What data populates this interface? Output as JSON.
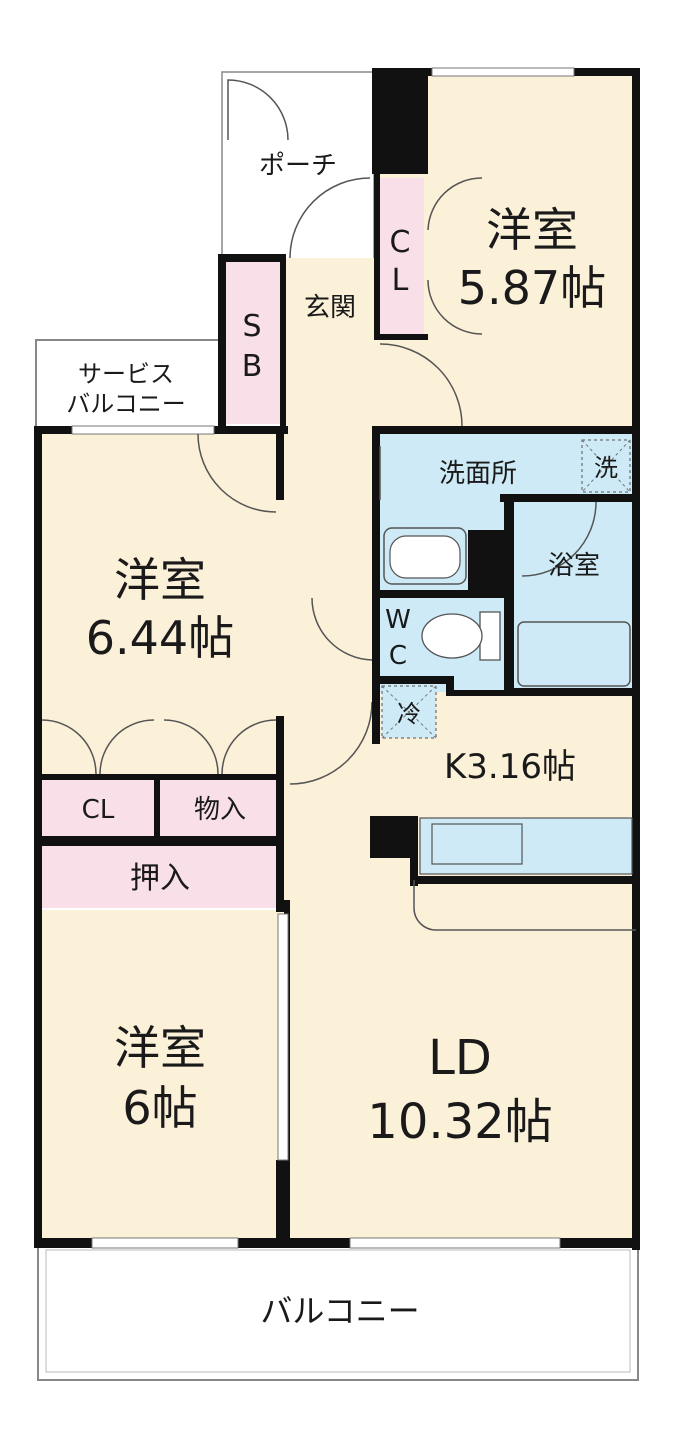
{
  "rooms": {
    "western_a": {
      "name": "洋室",
      "size": "5.87帖"
    },
    "western_b": {
      "name": "洋室",
      "size": "6.44帖"
    },
    "western_c": {
      "name": "洋室",
      "size": "6帖"
    },
    "ld": {
      "name": "LD",
      "size": "10.32帖"
    },
    "kitchen": {
      "label": "K3.16帖"
    },
    "entrance": {
      "label": "玄関"
    },
    "porch": {
      "label": "ポーチ"
    },
    "washroom": {
      "label": "洗面所"
    },
    "bath": {
      "label": "浴室"
    },
    "service_balcony": {
      "line1": "サービス",
      "line2": "バルコニー"
    },
    "balcony": {
      "label": "バルコニー"
    }
  },
  "storage": {
    "cl_top": {
      "line1": "C",
      "line2": "L"
    },
    "sb": {
      "line1": "S",
      "line2": "B"
    },
    "wc": {
      "line1": "W",
      "line2": "C"
    },
    "cl_left": {
      "label": "CL"
    },
    "mono_ire": {
      "label": "物入"
    },
    "oshiire": {
      "label": "押入"
    }
  },
  "appliances": {
    "washer": {
      "label": "洗"
    },
    "fridge": {
      "label": "冷"
    }
  },
  "colors": {
    "room_fill": "#fbf0d8",
    "wet_fill": "#cdeaf6",
    "storage_fill": "#f8dfe8",
    "wall": "#111111"
  }
}
